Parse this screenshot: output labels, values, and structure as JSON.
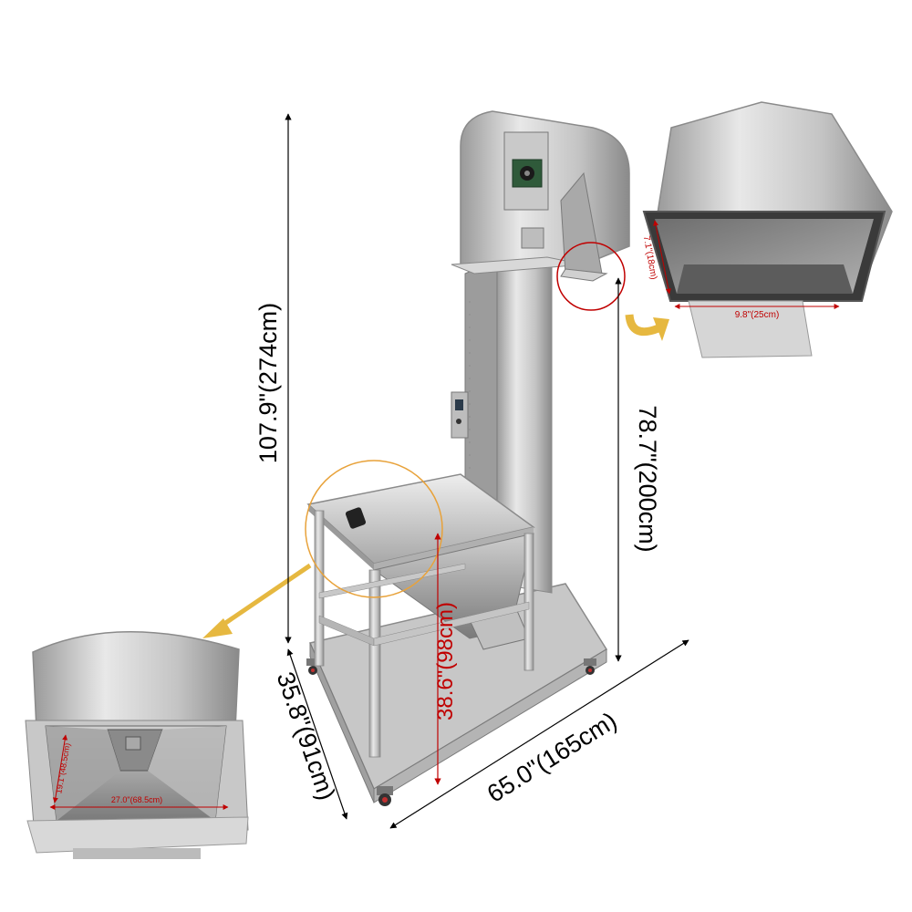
{
  "dimensions": {
    "total_height": "107.9\"(274cm)",
    "discharge_height": "78.7\"(200cm)",
    "length": "65.0\"(165cm)",
    "width": "35.8\"(91cm)",
    "hopper_height": "38.6\"(98cm)"
  },
  "discharge_detail": {
    "height_label": "7.1\"(18cm)",
    "width_label": "9.8\"(25cm)"
  },
  "hopper_detail": {
    "depth_label": "19.1\"(48.5cm)",
    "width_label": "27.0\"(68.5cm)"
  },
  "colors": {
    "steel_light": "#dcdcdc",
    "steel_mid": "#b8b8b8",
    "steel_dark": "#8c8c8c",
    "callout_red": "#c00000",
    "callout_orange": "#e8a23a",
    "arrow_gold": "#e6b840"
  }
}
